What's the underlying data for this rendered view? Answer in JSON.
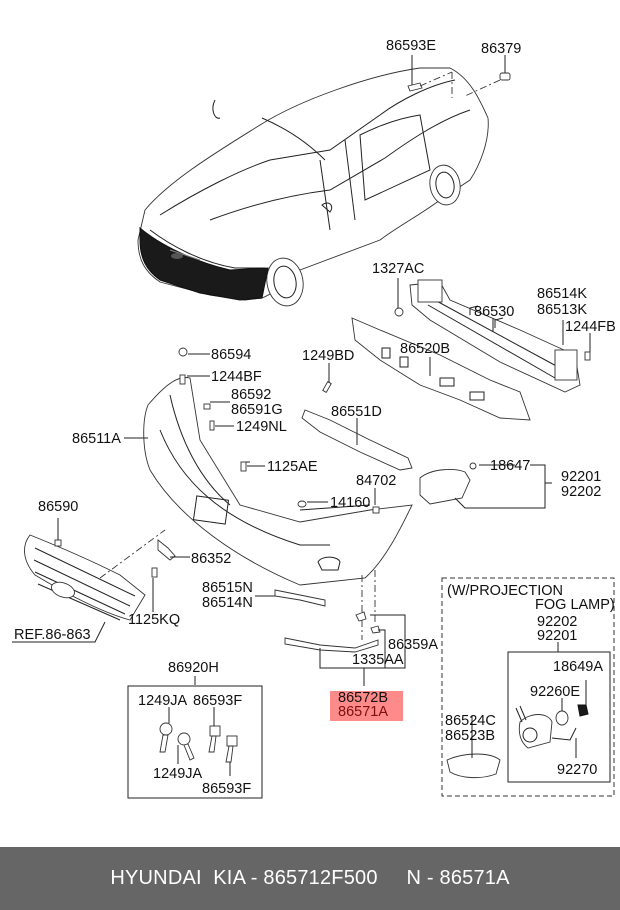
{
  "diagram": {
    "title": "Front bumper parts diagram",
    "highlight_color": "#ff8080",
    "labels": {
      "p86593E": "86593E",
      "p86379": "86379",
      "p1327AC": "1327AC",
      "p86530": "86530",
      "p86514K": "86514K",
      "p86513K": "86513K",
      "p1244FB": "1244FB",
      "p86520B": "86520B",
      "p86594": "86594",
      "p1244BF": "1244BF",
      "p86592": "86592",
      "p86591G": "86591G",
      "p1249NL": "1249NL",
      "p86511A": "86511A",
      "p1249BD": "1249BD",
      "p86551D": "86551D",
      "p1125AE": "1125AE",
      "p84702": "84702",
      "p14160": "14160",
      "p18647": "18647",
      "p92201a": "92201",
      "p92202a": "92202",
      "p86590": "86590",
      "p86352": "86352",
      "p1125KQ": "1125KQ",
      "ref": "REF.86-863",
      "p86515N": "86515N",
      "p86514N": "86514N",
      "p86359A": "86359A",
      "p1335AA": "1335AA",
      "p86572B": "86572B",
      "p86571A": "86571A",
      "p86920H": "86920H",
      "p1249JA_top": "1249JA",
      "p86593F_top": "86593F",
      "p1249JA_bot": "1249JA",
      "p86593F_bot": "86593F",
      "fog_note_1": "(W/PROJECTION",
      "fog_note_2": "FOG LAMP)",
      "p92202b": "92202",
      "p92201b": "92201",
      "p18649A": "18649A",
      "p92260E": "92260E",
      "p86524C": "86524C",
      "p86523B": "86523B",
      "p92270": "92270"
    }
  },
  "footer": {
    "text": "HYUNDAI  KIA - 865712F500     N - 86571A"
  }
}
